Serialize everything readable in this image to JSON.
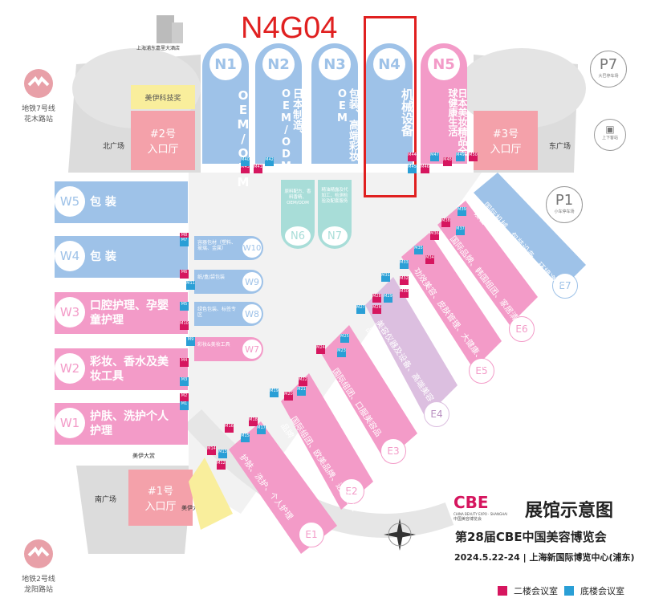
{
  "highlight": {
    "label": "N4G04",
    "color": "#e02020"
  },
  "colors": {
    "blue": "#9ec2e8",
    "pink": "#f39bc8",
    "pinkLight": "#f6b4d6",
    "salmon": "#f4a1aa",
    "teal": "#a8ddd8",
    "gray": "#d8d8d8",
    "lavender": "#dcbfe0",
    "yellow": "#f9ee9c"
  },
  "hotel": {
    "label": "上海浦东嘉里大酒店"
  },
  "halls_north": [
    {
      "id": "N1",
      "label": "OEM/ODM"
    },
    {
      "id": "N2",
      "label": "日本制造、OEM/ODM"
    },
    {
      "id": "N3",
      "label": "包装、高端彩妆OEM"
    },
    {
      "id": "N4",
      "label": "机械设备"
    },
    {
      "id": "N5",
      "label": "日本美妆精品全球健康生活"
    }
  ],
  "halls_west": [
    {
      "id": "W5",
      "label": "包 装"
    },
    {
      "id": "W4",
      "label": "包 装"
    },
    {
      "id": "W3",
      "label": "口腔护理、孕婴童护理"
    },
    {
      "id": "W2",
      "label": "彩妆、香水及美妆工具"
    },
    {
      "id": "W1",
      "label": "护肤、洗护个人护理"
    }
  ],
  "halls_inner": [
    {
      "id": "W10",
      "label": "容器包材（塑料、玻璃、金属）"
    },
    {
      "id": "W9",
      "label": "纸/盒/袋包装"
    },
    {
      "id": "W8",
      "label": "绿色包装、标签专区"
    },
    {
      "id": "W7",
      "label": "彩妆&美妆工具"
    },
    {
      "id": "N6",
      "label": "原料配方、香料香精、OEM/ODM"
    },
    {
      "id": "N7",
      "label": "精油精露及代加工、检测检验及配套服务"
    }
  ],
  "halls_east": [
    {
      "id": "E7",
      "label": "国际机械、包装设备、环境净化设备专区"
    },
    {
      "id": "E6",
      "label": "国际品牌、韩国组团、家居清洁、纸制用品"
    },
    {
      "id": "E5",
      "label": "功效美容、皮肤管理、大健康、美甲美睫纹绣"
    },
    {
      "id": "E4",
      "label": "美容仪器及设备、高端美容品"
    },
    {
      "id": "E3",
      "label": "国际组团、口服美容品"
    },
    {
      "id": "E2",
      "label": "国际组团、欧美品牌、进口专业品牌"
    },
    {
      "id": "E1",
      "label": "护肤、洗护、个人护理"
    }
  ],
  "places": {
    "entrance2": "#2号\n入口厅",
    "entrance3": "#3号\n入口厅",
    "entrance1": "#1号\n入口厅",
    "north_plaza": "北广场",
    "east_plaza": "东广场",
    "south_plaza": "南广场",
    "meiyi_award": "美伊科技奖",
    "meiyi_big1": "美伊大赏",
    "meiyi_big2": "美伊大赏",
    "p7": "P7",
    "p7_sub": "大巴停车场",
    "p1": "P1",
    "p1_sub": "小车停车场",
    "updown": "上下客站",
    "metro7": "地铁7号线\n花木路站",
    "metro2": "地铁2号线\n龙阳路站"
  },
  "rooms": [
    "M43",
    "M42",
    "M41",
    "M40",
    "M44",
    "M45",
    "M46",
    "M47",
    "M48",
    "M49",
    "M50",
    "M39",
    "M38",
    "M37",
    "M36",
    "M35",
    "M34",
    "M33",
    "M32",
    "M31",
    "M30",
    "M29",
    "M28",
    "M27",
    "M26",
    "M25",
    "M24",
    "M23",
    "M22",
    "M21",
    "M20",
    "M19",
    "M18",
    "M17",
    "M16",
    "M15",
    "M14",
    "M13",
    "M12",
    "M11",
    "M10",
    "M9",
    "M8",
    "M7",
    "M6",
    "M5",
    "M4",
    "M3",
    "M2",
    "M1"
  ],
  "title": {
    "logo": "CBE",
    "logo_sub": "CHINA BEAUTY EXPO · SHANGHAI",
    "logo_cn": "中国美容博览会",
    "main": "展馆示意图",
    "sub": "第28届CBE中国美容博览会",
    "date": "2024.5.22-24 | 上海新国际博览中心(浦东)"
  },
  "legend": [
    {
      "label": "二楼会议室",
      "color": "#d6165f"
    },
    {
      "label": "底楼会议室",
      "color": "#2a9fd6"
    }
  ]
}
